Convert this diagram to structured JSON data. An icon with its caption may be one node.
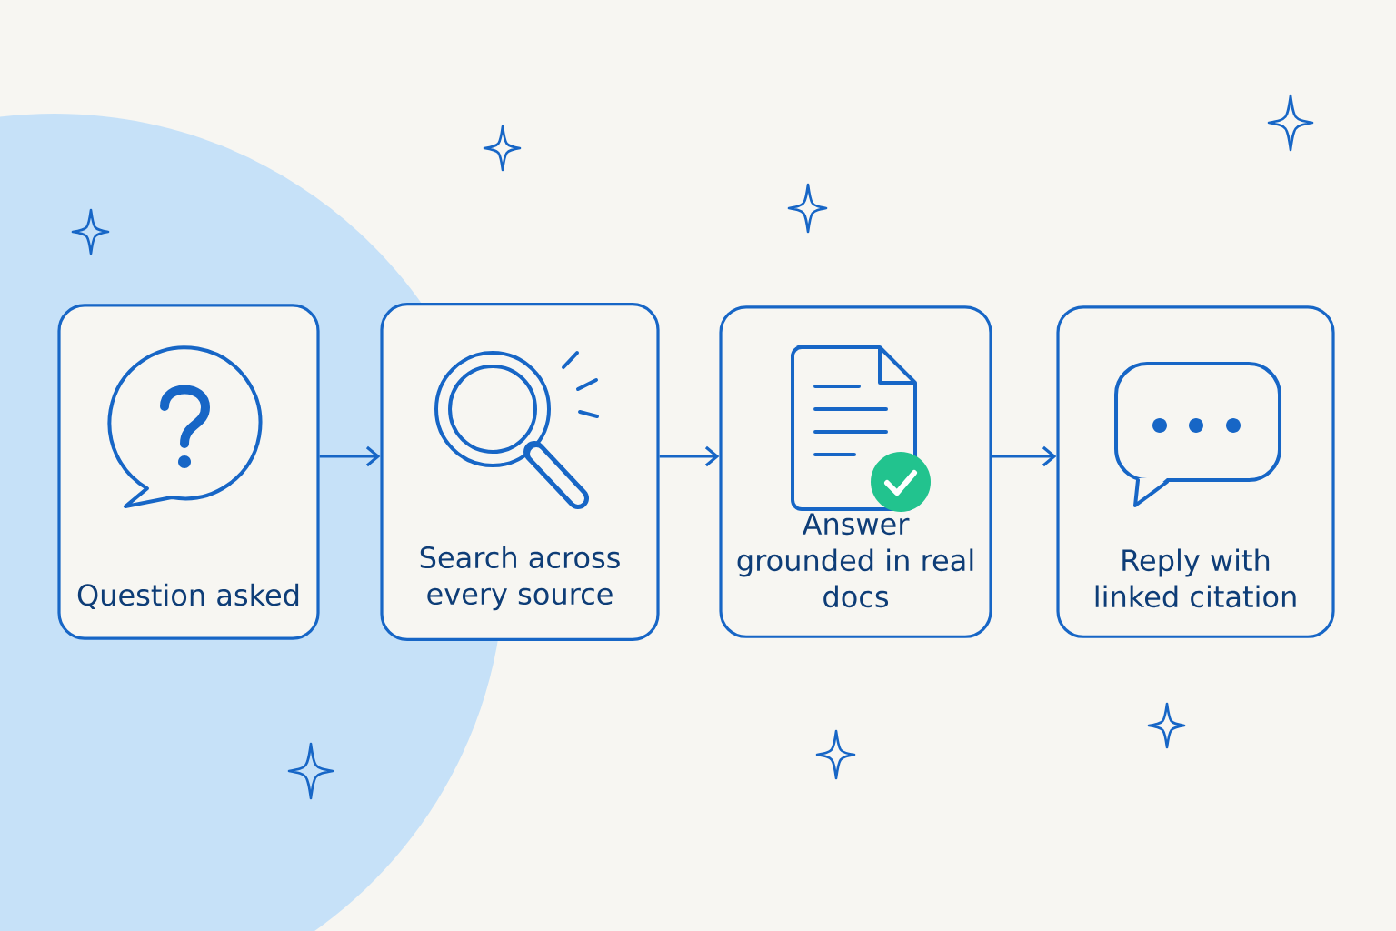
{
  "diagram": {
    "nodes": [
      {
        "text": [
          "Question asked"
        ]
      },
      {
        "text": [
          "Search across every source"
        ]
      },
      {
        "text": [
          "Answer grounded in real docs"
        ]
      },
      {
        "text": [
          "Reply with linked citation"
        ]
      }
    ],
    "edges": [
      {
        "from": 0,
        "to": 1,
        "arrow": "to"
      },
      {
        "from": 1,
        "to": 2,
        "arrow": "to"
      },
      {
        "from": 2,
        "to": 3,
        "arrow": "to"
      }
    ]
  }
}
